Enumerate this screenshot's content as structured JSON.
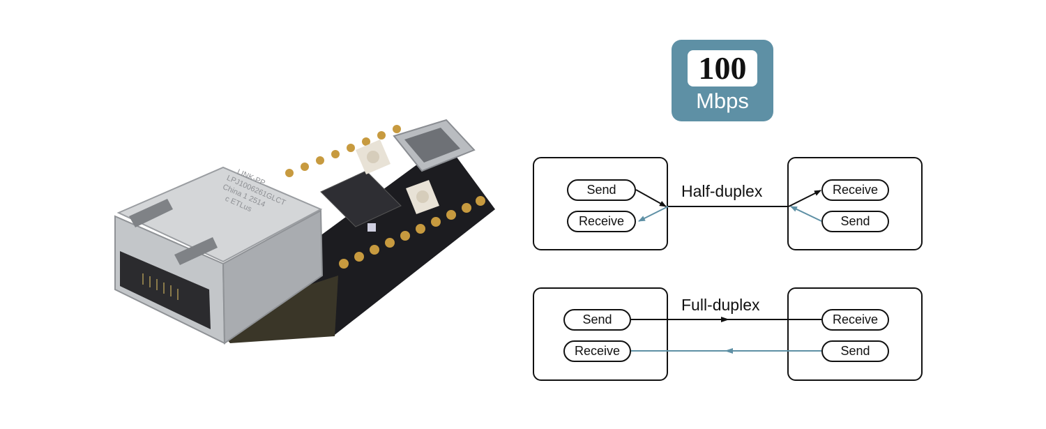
{
  "speed_badge": {
    "value": "100",
    "unit": "Mbps"
  },
  "half_duplex": {
    "title": "Half-duplex",
    "left": {
      "send": "Send",
      "receive": "Receive"
    },
    "right": {
      "receive": "Receive",
      "send": "Send"
    }
  },
  "full_duplex": {
    "title": "Full-duplex",
    "left": {
      "send": "Send",
      "receive": "Receive"
    },
    "right": {
      "receive": "Receive",
      "send": "Send"
    }
  },
  "board_silkscreen": {
    "lines": [
      "LINK-PP",
      "LPJ1006261GLCT",
      "China 1 2514",
      "c ETLus"
    ]
  },
  "colors": {
    "accent": "#5e90a5",
    "line": "#111111",
    "board": "#1c1c20",
    "pin": "#c79a3f"
  }
}
